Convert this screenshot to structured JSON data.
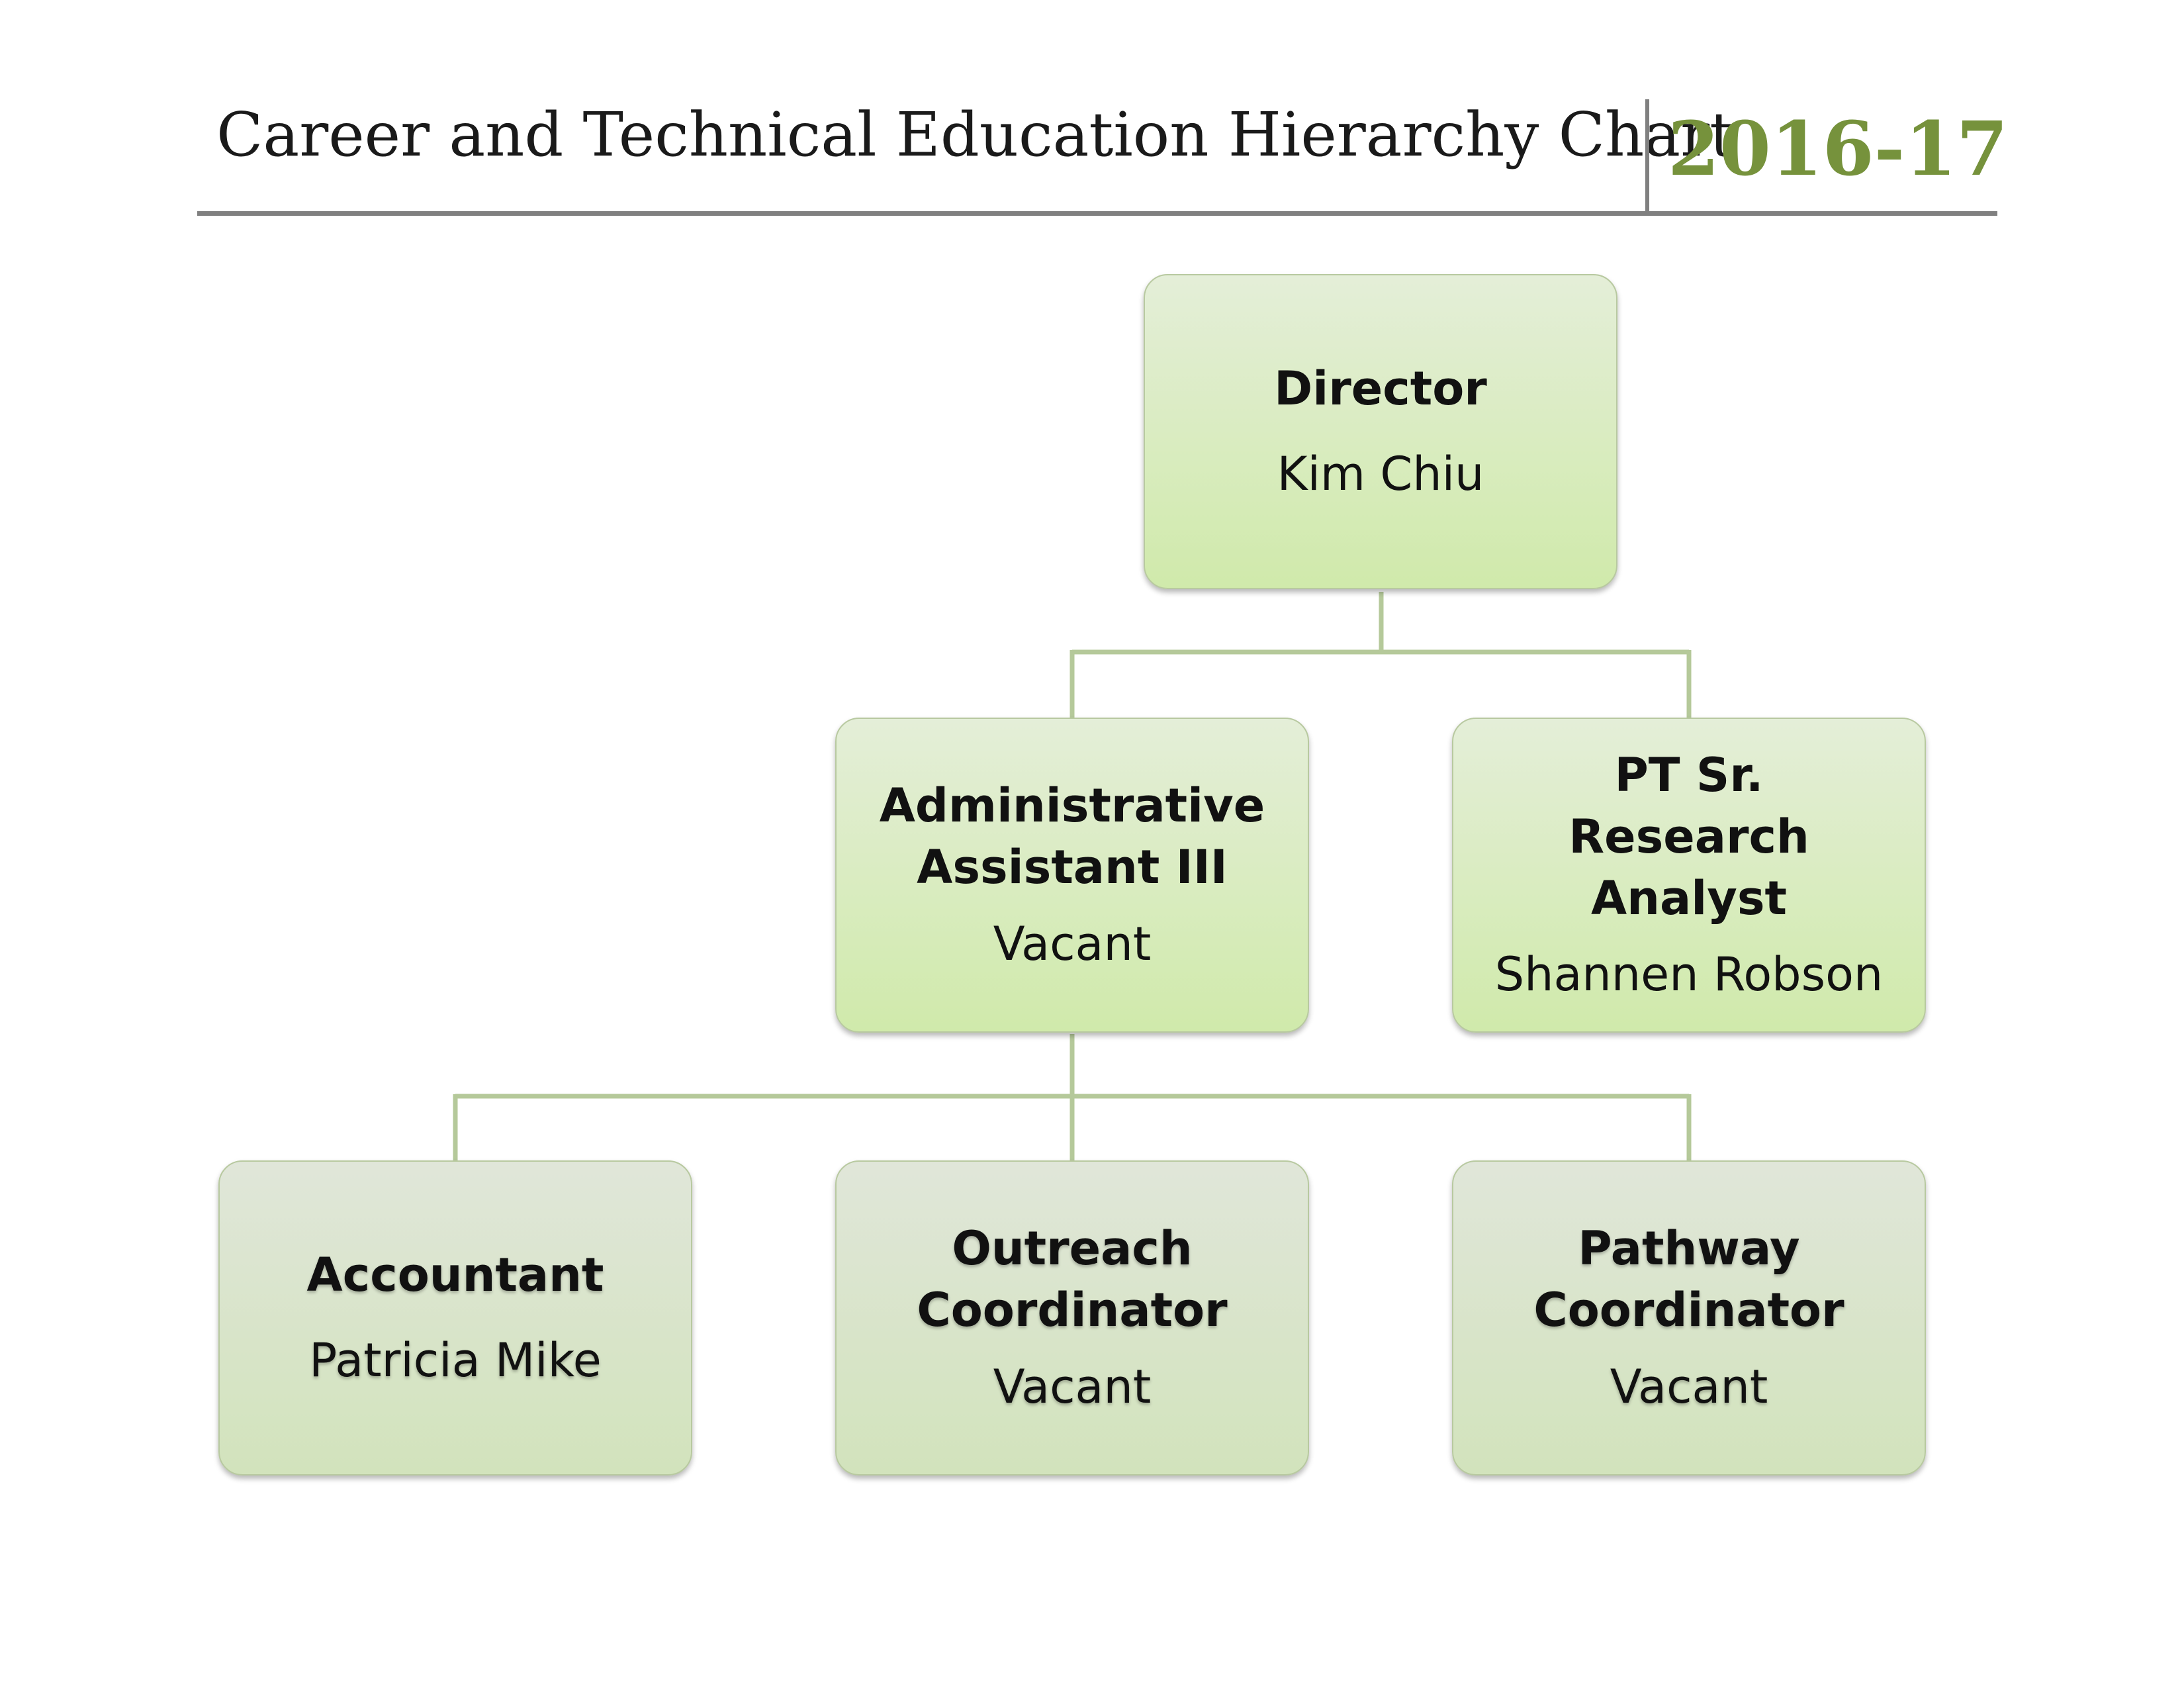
{
  "header": {
    "title": "Career and Technical Education Hierarchy Chart",
    "year": "2016-17"
  },
  "colors": {
    "year": "#76923c",
    "connector": "#b5c99a",
    "rule": "#808080"
  },
  "org": {
    "director": {
      "title": "Director",
      "name": "Kim Chiu"
    },
    "admin_assistant": {
      "title": "Administrative Assistant III",
      "name": "Vacant"
    },
    "research_analyst": {
      "title": "PT Sr. Research Analyst",
      "name": "Shannen Robson"
    },
    "accountant": {
      "title": "Accountant",
      "name": "Patricia Mike"
    },
    "outreach_coordinator": {
      "title": "Outreach Coordinator",
      "name": "Vacant"
    },
    "pathway_coordinator": {
      "title": "Pathway Coordinator",
      "name": "Vacant"
    }
  }
}
